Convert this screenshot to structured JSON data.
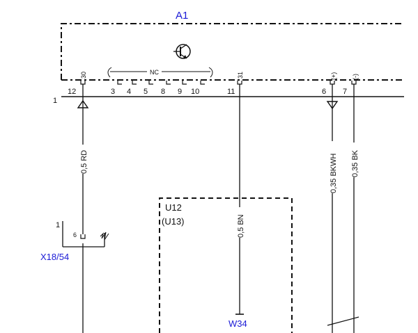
{
  "component_a1": {
    "label": "A1",
    "nc_label": "NC",
    "connector_label": "1",
    "top_pins": [
      {
        "id": "p12",
        "label": "12",
        "sublabel": "30"
      },
      {
        "id": "p3",
        "label": "3",
        "sublabel": ""
      },
      {
        "id": "p4",
        "label": "4",
        "sublabel": ""
      },
      {
        "id": "p5",
        "label": "5",
        "sublabel": ""
      },
      {
        "id": "p8",
        "label": "8",
        "sublabel": ""
      },
      {
        "id": "p9",
        "label": "9",
        "sublabel": ""
      },
      {
        "id": "p10",
        "label": "10",
        "sublabel": ""
      },
      {
        "id": "p11",
        "label": "11",
        "sublabel": "31"
      },
      {
        "id": "p6",
        "label": "6",
        "sublabel": "(+)"
      },
      {
        "id": "p7",
        "label": "7",
        "sublabel": "(-)"
      }
    ]
  },
  "wires": [
    {
      "id": "w-rd",
      "label": "0,5 RD"
    },
    {
      "id": "w-bn",
      "label": "0,5 BN"
    },
    {
      "id": "w-bkwh",
      "label": "0,35 BKWH"
    },
    {
      "id": "w-bk",
      "label": "0,35 BK"
    }
  ],
  "component_u12": {
    "label": "U12",
    "alt_label": "(U13)"
  },
  "connector_x18": {
    "label": "X18/54",
    "pin": "6",
    "side_label": "1"
  },
  "ground_w34": {
    "label": "W34"
  }
}
